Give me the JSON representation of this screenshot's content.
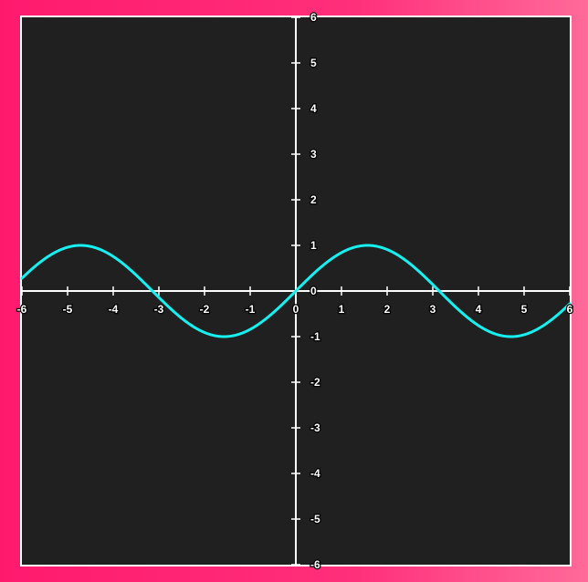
{
  "chart_data": {
    "type": "line",
    "title": "",
    "xlabel": "",
    "ylabel": "",
    "xlim": [
      -6,
      6
    ],
    "ylim": [
      -6,
      6
    ],
    "grid": false,
    "x_ticks": [
      -6,
      -5,
      -4,
      -3,
      -2,
      -1,
      0,
      1,
      2,
      3,
      4,
      5,
      6
    ],
    "y_ticks": [
      -6,
      -5,
      -4,
      -3,
      -2,
      -1,
      0,
      1,
      2,
      3,
      4,
      5,
      6
    ],
    "series": [
      {
        "function": "sin(x)",
        "color": "#16f0f0",
        "x": [
          -6,
          -5.5,
          -5,
          -4.71,
          -4.5,
          -4,
          -3.5,
          -3.14,
          -3,
          -2.5,
          -2,
          -1.57,
          -1.5,
          -1,
          -0.5,
          0,
          0.5,
          1,
          1.5,
          1.57,
          2,
          2.5,
          3,
          3.14,
          3.5,
          4,
          4.5,
          4.71,
          5,
          5.5,
          6
        ],
        "y": [
          0.28,
          0.71,
          0.96,
          1.0,
          0.98,
          0.76,
          0.35,
          0.0,
          -0.14,
          -0.6,
          -0.91,
          -1.0,
          -1.0,
          -0.84,
          -0.48,
          0.0,
          0.48,
          0.84,
          1.0,
          1.0,
          0.91,
          0.6,
          0.14,
          0.0,
          -0.35,
          -0.76,
          -0.98,
          -1.0,
          -0.96,
          -0.71,
          -0.28
        ]
      }
    ]
  },
  "colors": {
    "background": "#202020",
    "axis": "#ffffff",
    "curve": "#16f0f0",
    "frame_gradient_start": "#ff1a6e",
    "frame_gradient_end": "#ff6a9a"
  }
}
